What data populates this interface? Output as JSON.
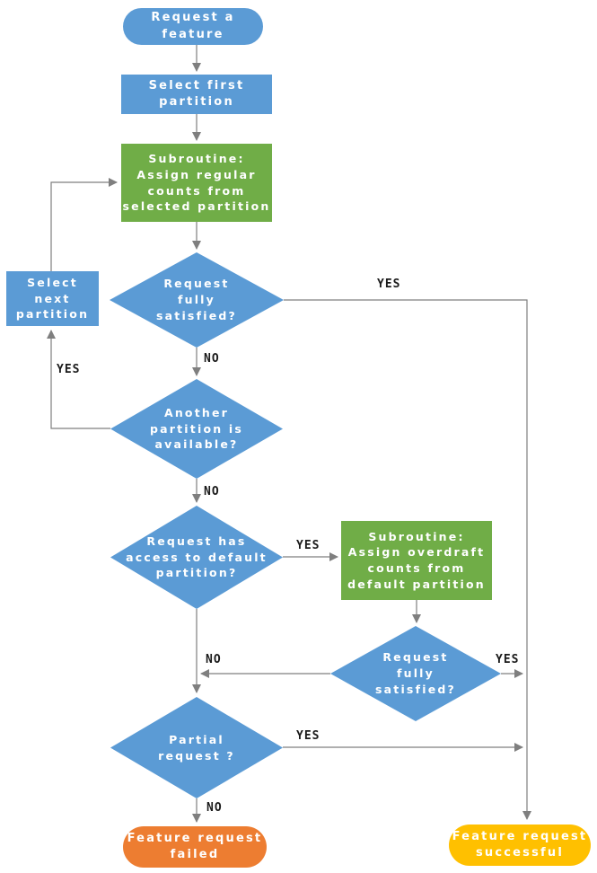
{
  "colors": {
    "node_blue": "#5B9BD5",
    "subroutine_green": "#70AD47",
    "fail_orange": "#ED7D31",
    "success_yellow": "#FFC000",
    "connector_gray": "#7F7F7F",
    "edge_label_black": "#1A1A1A",
    "canvas_white": "#FFFFFF"
  },
  "nodes": {
    "start": {
      "type": "terminator",
      "label": "Request a\nfeature"
    },
    "select_first": {
      "type": "process",
      "label": "Select first\npartition"
    },
    "sub_regular": {
      "type": "subroutine",
      "label": "Subroutine:\nAssign regular\ncounts from\nselected partition"
    },
    "d_satisfied1": {
      "type": "decision",
      "label": "Request\nfully\nsatisfied?"
    },
    "select_next": {
      "type": "process",
      "label": "Select\nnext\npartition"
    },
    "d_another": {
      "type": "decision",
      "label": "Another\npartition is\navailable?"
    },
    "d_default": {
      "type": "decision",
      "label": "Request has\naccess to default\npartition?"
    },
    "sub_overdraft": {
      "type": "subroutine",
      "label": "Subroutine:\nAssign overdraft\ncounts from\ndefault partition"
    },
    "d_satisfied2": {
      "type": "decision",
      "label": "Request\nfully\nsatisfied?"
    },
    "d_partial": {
      "type": "decision",
      "label": "Partial\nrequest ?"
    },
    "end_failed": {
      "type": "terminator",
      "label": "Feature request\nfailed"
    },
    "end_success": {
      "type": "terminator",
      "label": "Feature request\nsuccessful"
    }
  },
  "edge_labels": {
    "satisfied1_yes": "YES",
    "satisfied1_no": "NO",
    "another_yes": "YES",
    "another_no": "NO",
    "default_yes": "YES",
    "merge_no": "NO",
    "satisfied2_yes": "YES",
    "partial_yes": "YES",
    "partial_no": "NO"
  }
}
